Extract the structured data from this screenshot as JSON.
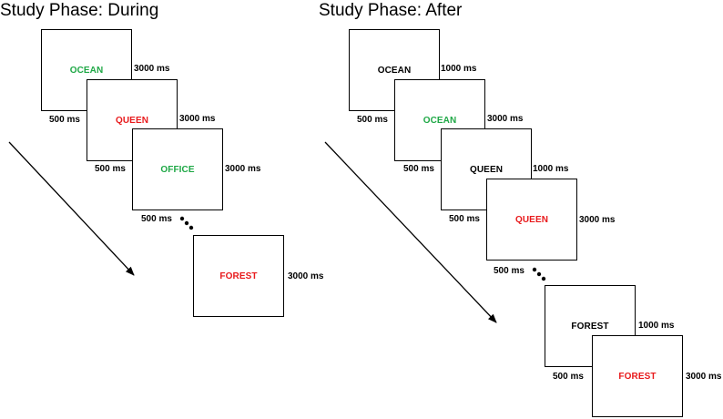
{
  "colors": {
    "green": "#1fa846",
    "red": "#e8191b",
    "black": "#000000"
  },
  "during": {
    "title": "Study Phase: During",
    "boxes": [
      {
        "word": "OCEAN",
        "color": "green",
        "duration": "3000 ms"
      },
      {
        "word": "QUEEN",
        "color": "red",
        "duration": "3000 ms"
      },
      {
        "word": "OFFICE",
        "color": "green",
        "duration": "3000 ms"
      },
      {
        "word": "FOREST",
        "color": "red",
        "duration": "3000 ms"
      }
    ],
    "gaps": [
      "500 ms",
      "500 ms",
      "500 ms"
    ]
  },
  "after": {
    "title": "Study Phase: After",
    "boxes": [
      {
        "word": "OCEAN",
        "color": "black",
        "duration": "1000 ms"
      },
      {
        "word": "OCEAN",
        "color": "green",
        "duration": "3000 ms"
      },
      {
        "word": "QUEEN",
        "color": "black",
        "duration": "1000 ms"
      },
      {
        "word": "QUEEN",
        "color": "red",
        "duration": "3000 ms"
      },
      {
        "word": "FOREST",
        "color": "black",
        "duration": "1000 ms"
      },
      {
        "word": "FOREST",
        "color": "red",
        "duration": "3000 ms"
      }
    ],
    "gaps": [
      "500 ms",
      "500 ms",
      "500 ms",
      "500 ms",
      "500 ms"
    ]
  }
}
